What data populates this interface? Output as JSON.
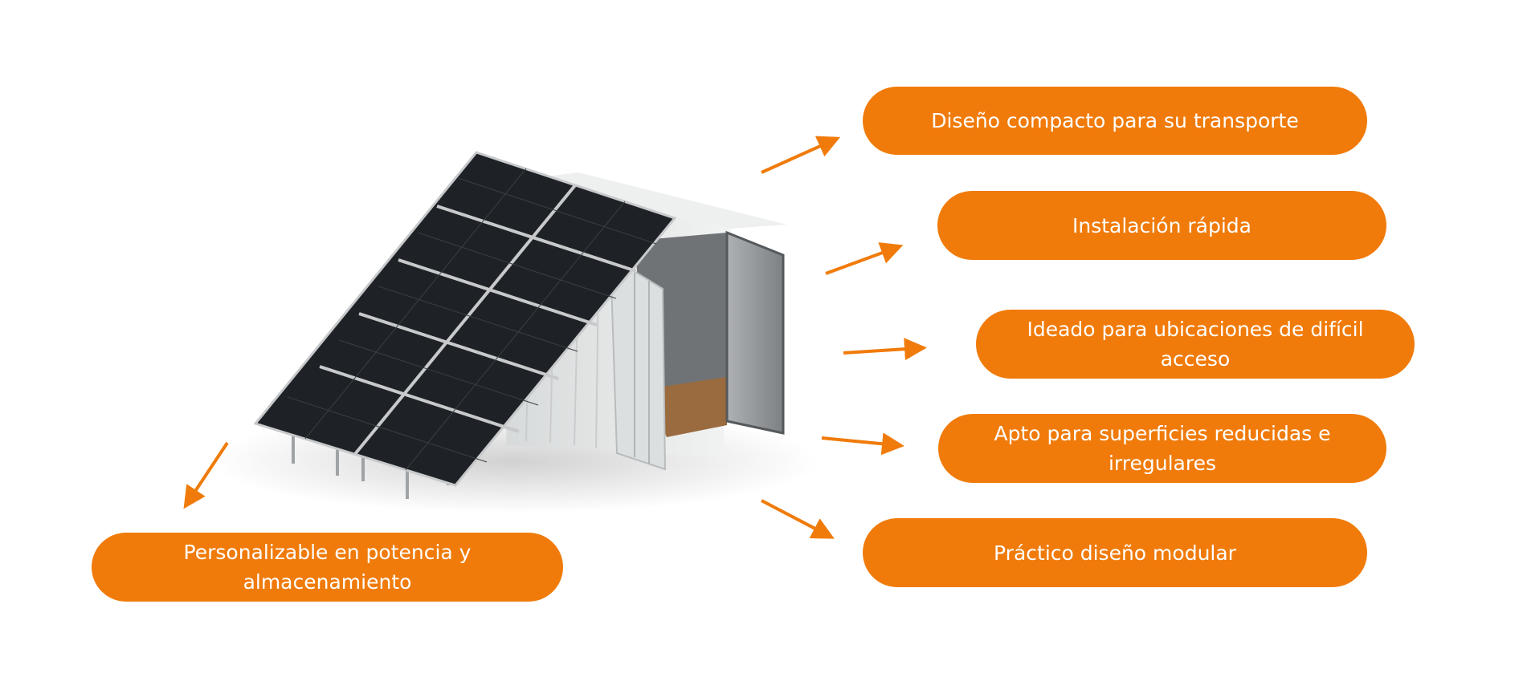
{
  "features": [
    {
      "id": "f1",
      "text": "Diseño compacto para su transporte"
    },
    {
      "id": "f2",
      "text": "Instalación rápida"
    },
    {
      "id": "f3",
      "text": "Ideado para ubicaciones de difícil acceso"
    },
    {
      "id": "f4",
      "text": "Apto para superficies reducidas e irregulares"
    },
    {
      "id": "f5",
      "text": "Práctico diseño modular"
    },
    {
      "id": "f6",
      "text": "Personalizable en potencia y almacenamiento"
    }
  ],
  "colors": {
    "accent": "#f07b0a",
    "panel": "#1e2226",
    "container": "#e6e8e8"
  },
  "illustration": "solar-panel-container"
}
